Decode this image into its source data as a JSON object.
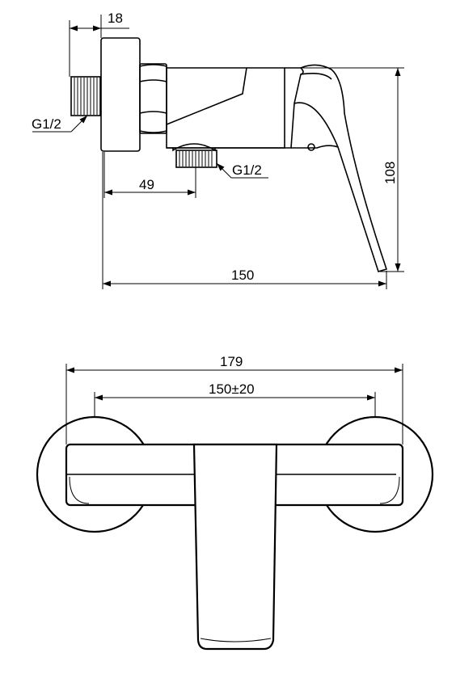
{
  "side_view": {
    "dim_top": "18",
    "dim_thread_left": "G1/2",
    "dim_thread_bottom": "G1/2",
    "dim_offset": "49",
    "dim_length": "150",
    "dim_height": "108"
  },
  "top_view": {
    "dim_overall": "179",
    "dim_centers": "150±20"
  }
}
